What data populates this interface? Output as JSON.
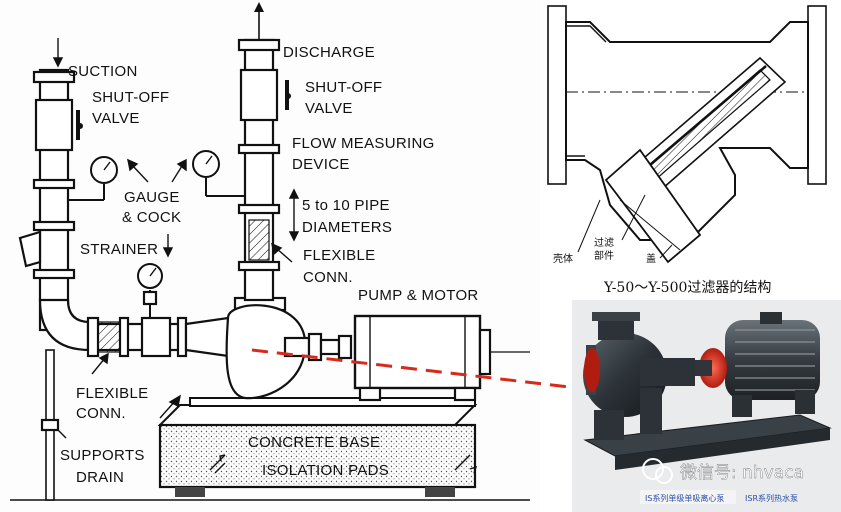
{
  "diagram": {
    "labels": {
      "suction": "SUCTION",
      "shutoff_left_1": "SHUT-OFF",
      "shutoff_left_2": "VALVE",
      "discharge": "DISCHARGE",
      "shutoff_right_1": "SHUT-OFF",
      "shutoff_right_2": "VALVE",
      "flow_1": "FLOW MEASURING",
      "flow_2": "DEVICE",
      "gauge_1": "GAUGE",
      "gauge_2": "& COCK",
      "strainer": "STRAINER",
      "pipe_1": "5 to 10 PIPE",
      "pipe_2": "DIAMETERS",
      "flex_right_1": "FLEXIBLE",
      "flex_right_2": "CONN.",
      "pump_motor": "PUMP & MOTOR",
      "flex_left_1": "FLEXIBLE",
      "flex_left_2": "CONN.",
      "supports": "SUPPORTS",
      "drain": "DRAIN",
      "concrete_base": "CONCRETE BASE",
      "isolation_pads": "ISOLATION PADS"
    },
    "strainer_section": {
      "caption": "Y-50～Y-500过滤器的结构",
      "part_shell": "壳体",
      "part_filter_1": "过滤",
      "part_filter_2": "部件",
      "part_cover": "盖"
    },
    "photo": {
      "tag_left": "IS系列单级单吸离心泵",
      "tag_right": "ISR系列热水泵",
      "watermark": "微信号: nhvaca",
      "accent_color": "#d62a1c",
      "pump_color": "#2c3238"
    }
  }
}
